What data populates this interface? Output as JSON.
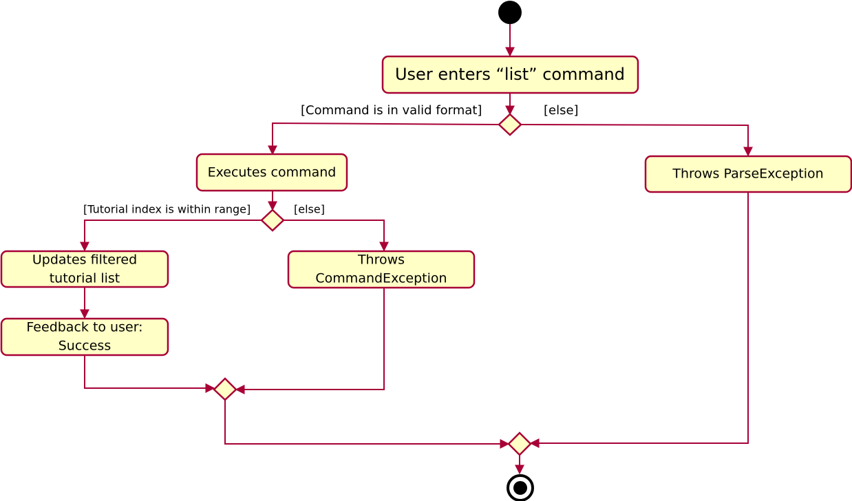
{
  "colors": {
    "stroke": "#A80036",
    "fill": "#FFFFC6",
    "text": "#000000",
    "background": "#FFFFFF"
  },
  "nodes": {
    "enter_list": "User enters “list” command",
    "executes": "Executes command",
    "throws_parse": "Throws ParseException",
    "updates_line1": "Updates filtered",
    "updates_line2": "tutorial list",
    "throws_cmd_line1": "Throws",
    "throws_cmd_line2": "CommandException",
    "feedback_line1": "Feedback to user:",
    "feedback_line2": "Success"
  },
  "guards": {
    "valid_format": "[Command is in valid format]",
    "else_top": "[else]",
    "index_in_range": "[Tutorial index is within range]",
    "else_mid": "[else]"
  }
}
